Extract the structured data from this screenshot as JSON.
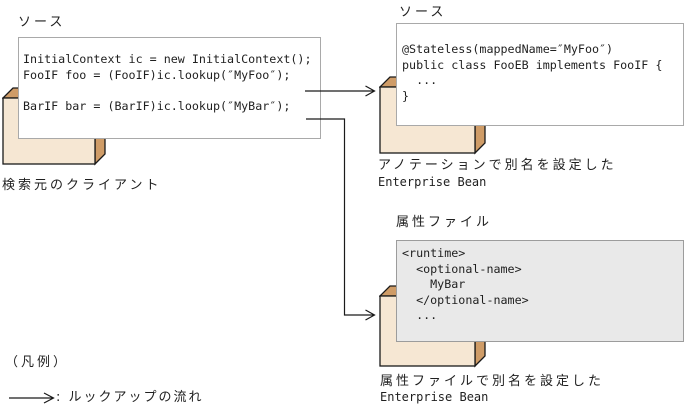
{
  "diagram_title": "JNDI lookup flow diagram",
  "colors": {
    "folder_front": "#f6e7d3",
    "folder_side": "#cf9c67",
    "line": "#1a1a1a",
    "code_box_bg": "#ffffff",
    "code_box_border": "#a9a9a9",
    "attr_box_bg": "#e9e9e9"
  },
  "client": {
    "title": "ソース",
    "code": "InitialContext ic = new InitialContext();\nFooIF foo = (FooIF)ic.lookup(″MyFoo″);\n\nBarIF bar = (BarIF)ic.lookup(″MyBar″);",
    "caption": "検索元のクライアント"
  },
  "annotation_bean": {
    "title": "ソース",
    "code": "@Stateless(mappedName=″MyFoo″)\npublic class FooEB implements FooIF {\n  ...\n}",
    "caption_line1": "アノテーションで別名を設定した",
    "caption_line2": "Enterprise Bean"
  },
  "attribute_bean": {
    "title": "属性ファイル",
    "code": "<runtime>\n  <optional-name>\n    MyBar\n  </optional-name>\n  ...",
    "caption_line1": "属性ファイルで別名を設定した",
    "caption_line2": "Enterprise Bean"
  },
  "legend": {
    "heading": "（凡例）",
    "arrow_label": ": ルックアップの流れ"
  }
}
